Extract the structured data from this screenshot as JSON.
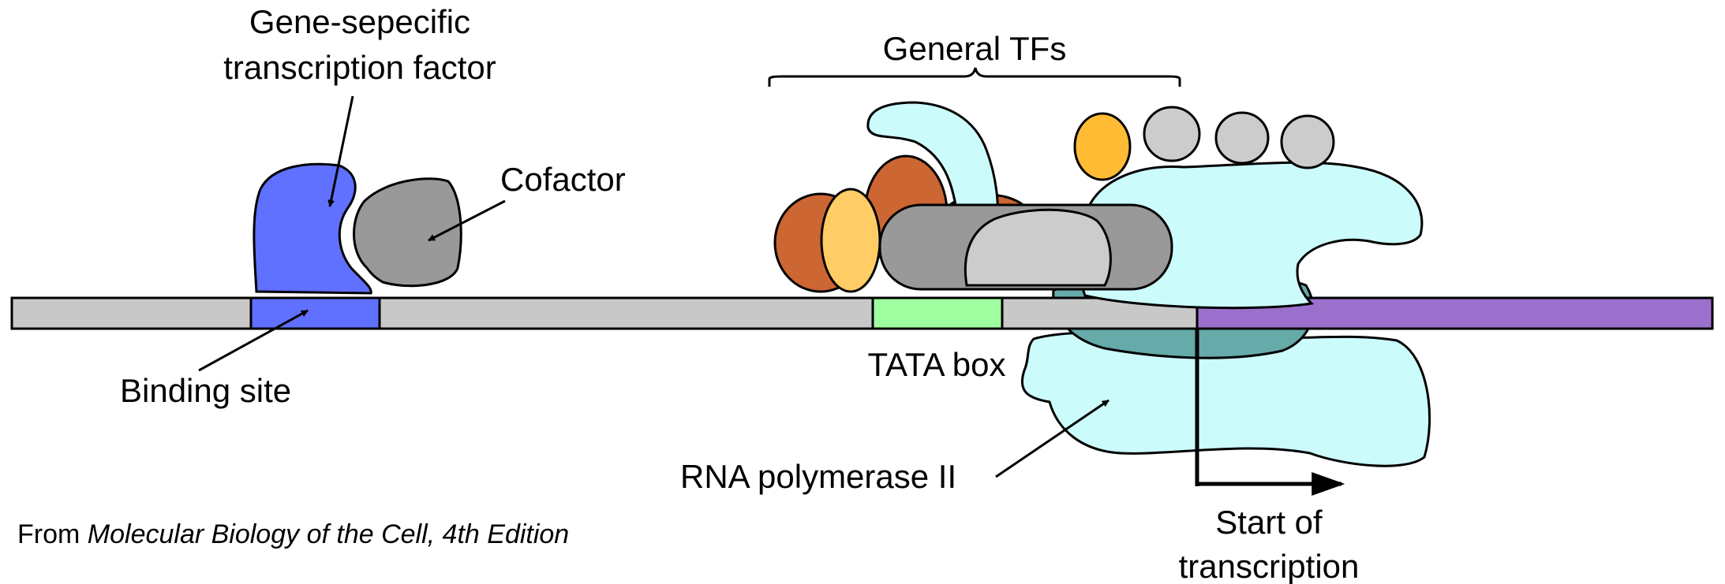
{
  "labels": {
    "gene_specific_tf_line1": "Gene-sepecific",
    "gene_specific_tf_line2": "transcription factor",
    "cofactor": "Cofactor",
    "binding_site": "Binding site",
    "general_tfs": "General TFs",
    "tata_box": "TATA box",
    "rna_polymerase": "RNA polymerase II",
    "start_line1": "Start of",
    "start_line2": "transcription"
  },
  "credit": {
    "prefix": "From ",
    "source": "Molecular Biology of the Cell, 4th Edition"
  },
  "colors": {
    "dna": "#c8c8c8",
    "binding_site": "#6070ff",
    "tata_box": "#a0ffa0",
    "transcribed_region": "#9a70cc",
    "gene_specific_tf": "#6070ff",
    "cofactor": "#999999",
    "general_tf_brown": "#cc6633",
    "general_tf_light_orange": "#ffcc66",
    "general_tf_gray_dark": "#999999",
    "general_tf_gray_light": "#cccccc",
    "general_tf_yellow": "#ffbb33",
    "polymerase": "#ccfbfc",
    "polymerase_inner": "#66aaaa"
  }
}
